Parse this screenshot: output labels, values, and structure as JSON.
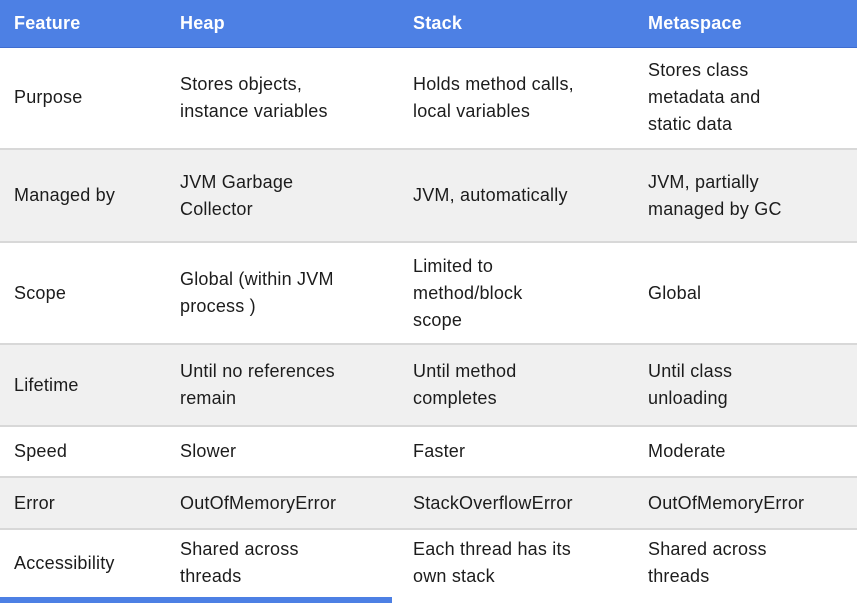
{
  "theme": {
    "header_bg": "#4d80e4",
    "header_border": "#3f6dd0",
    "header_text": "#ffffff",
    "alt_row_bg": "#f0f0f0",
    "row_divider": "#d8d8d8",
    "text_color": "#1c1c1c",
    "page_bg": "#ffffff"
  },
  "table": {
    "columns": [
      "Feature",
      "Heap",
      "Stack",
      "Metaspace"
    ],
    "rows": [
      {
        "feature": "Purpose",
        "heap": "Stores objects,\ninstance variables",
        "stack": "Holds method calls,\nlocal variables",
        "metaspace": "Stores class\nmetadata and\nstatic data"
      },
      {
        "feature": "Managed by",
        "heap": "JVM Garbage\nCollector",
        "stack": "JVM, automatically",
        "metaspace": "JVM, partially\nmanaged by GC"
      },
      {
        "feature": "Scope",
        "heap": "Global (within JVM\nprocess )",
        "stack": "Limited to\nmethod/block\nscope",
        "metaspace": "Global"
      },
      {
        "feature": "Lifetime",
        "heap": "Until no references\nremain",
        "stack": "Until method\ncompletes",
        "metaspace": "Until class\nunloading"
      },
      {
        "feature": "Speed",
        "heap": "Slower",
        "stack": "Faster",
        "metaspace": "Moderate"
      },
      {
        "feature": "Error",
        "heap": "OutOfMemoryError",
        "stack": "StackOverflowError",
        "metaspace": "OutOfMemoryError"
      },
      {
        "feature": "Accessibility",
        "heap": "Shared across\nthreads",
        "stack": "Each thread has its\nown stack",
        "metaspace": "Shared across\nthreads"
      }
    ]
  }
}
